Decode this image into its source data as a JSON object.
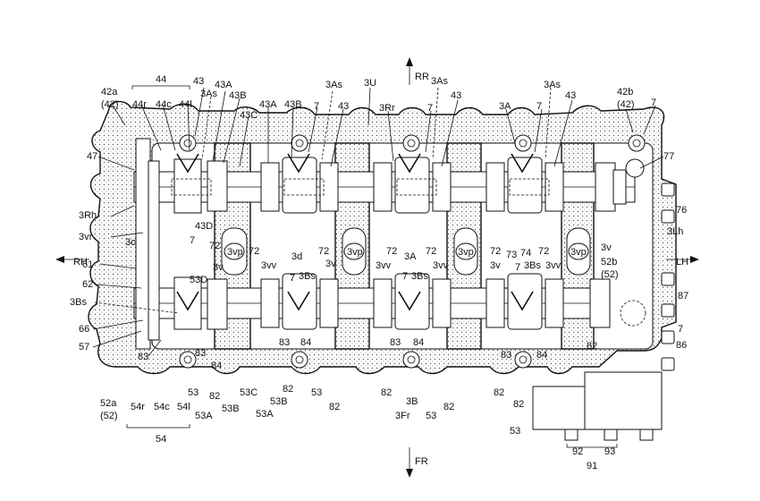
{
  "directions": {
    "rr": "RR",
    "fr": "FR",
    "rh": "RH",
    "lh": "LH"
  },
  "labels": {
    "top_group": [
      "44",
      "42a",
      "(42)",
      "44r",
      "44c",
      "44l",
      "43",
      "3As",
      "43A",
      "43B",
      "43C",
      "43A",
      "43B",
      "7",
      "43",
      "3As",
      "3U",
      "3Rr",
      "7",
      "3As",
      "43",
      "3A",
      "7",
      "3As",
      "43",
      "42b",
      "(42)",
      "7"
    ],
    "left_group": [
      "47",
      "3Rh",
      "3vr",
      "3c",
      "61",
      "62",
      "3Bs",
      "66",
      "57",
      "83"
    ],
    "middle_group": [
      "43D",
      "7",
      "72",
      "3vp",
      "3v",
      "53D",
      "72",
      "3d",
      "72",
      "3vv",
      "3Bs",
      "7",
      "3v",
      "3vp",
      "72",
      "3A",
      "72",
      "3vv",
      "3Bs",
      "7",
      "3vv",
      "3v",
      "3vp",
      "72",
      "73",
      "74",
      "72",
      "7",
      "3Bs",
      "3vv",
      "3v",
      "3vp",
      "52b",
      "(52)"
    ],
    "right_group": [
      "77",
      "76",
      "3Lh",
      "87",
      "7",
      "86"
    ],
    "bottom_group": [
      "52a",
      "(52)",
      "54r",
      "54c",
      "54l",
      "54",
      "53",
      "53A",
      "82",
      "53B",
      "53C",
      "53A",
      "82",
      "53B",
      "53",
      "82",
      "3B",
      "3Fr",
      "53",
      "82",
      "83",
      "84",
      "83",
      "84",
      "83",
      "84",
      "83",
      "84",
      "82",
      "82",
      "82",
      "82",
      "53",
      "92",
      "93",
      "91"
    ]
  }
}
